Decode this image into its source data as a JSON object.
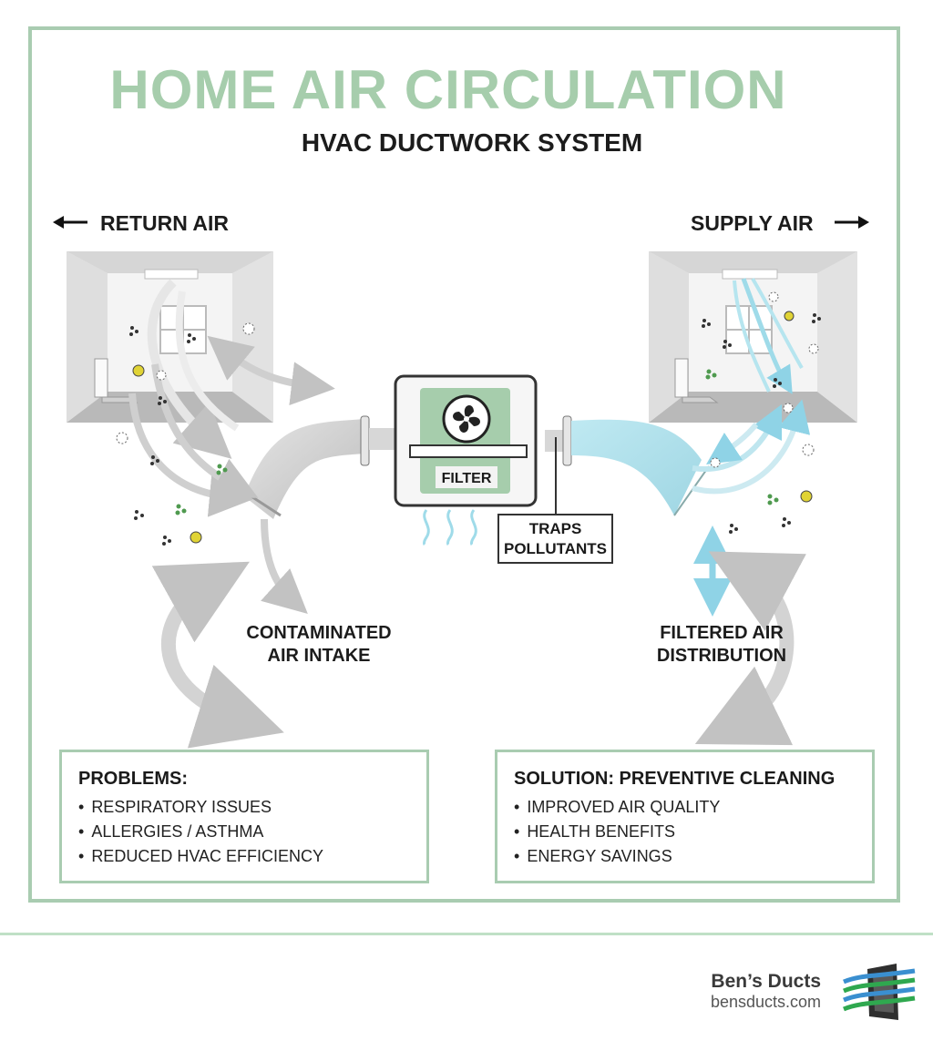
{
  "header": {
    "title": "HOME AIR CIRCULATION",
    "subtitle": "HVAC DUCTWORK SYSTEM"
  },
  "labels": {
    "return_air": "RETURN AIR",
    "supply_air": "SUPPLY AIR",
    "filter": "FILTER",
    "callout_line1": "TRAPS",
    "callout_line2": "POLLUTANTS",
    "intake_line1": "CONTAMINATED",
    "intake_line2": "AIR INTAKE",
    "distribution_line1": "FILTERED AIR",
    "distribution_line2": "DISTRIBUTION"
  },
  "problems": {
    "heading": "PROBLEMS:",
    "items": [
      "RESPIRATORY ISSUES",
      "ALLERGIES / ASTHMA",
      "REDUCED HVAC EFFICIENCY"
    ]
  },
  "solution": {
    "heading": "SOLUTION: PREVENTIVE CLEANING",
    "items": [
      "IMPROVED AIR QUALITY",
      "HEALTH BENEFITS",
      "ENERGY SAVINGS"
    ]
  },
  "brand": {
    "name": "Ben’s Ducts",
    "url": "bensducts.com"
  },
  "icons": {
    "left_arrow": "arrow-left-icon",
    "right_arrow": "arrow-right-icon",
    "fan": "fan-icon",
    "logo": "vent-logo-icon"
  },
  "colors": {
    "accent_green": "#a6cdac",
    "supply_blue": "#a8dde8",
    "return_gray": "#c8c8c8",
    "pollutant_yellow": "#e0d335",
    "pollutant_green": "#4f9a4f"
  }
}
